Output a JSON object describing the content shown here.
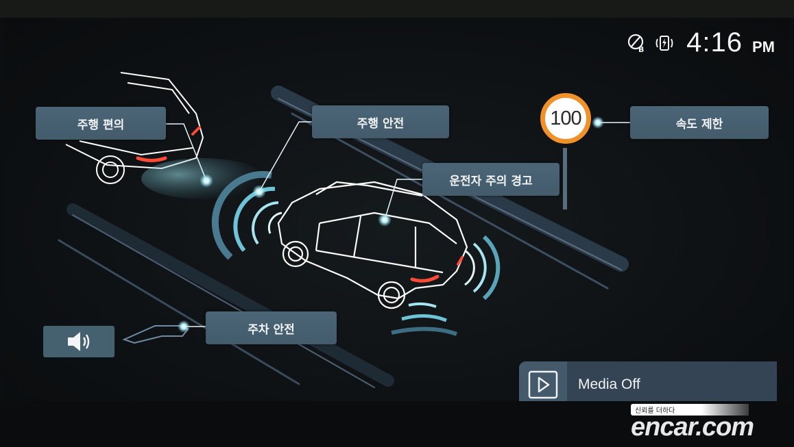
{
  "status_bar": {
    "icons": [
      "bluetooth-off-icon",
      "wireless-charging-icon"
    ],
    "time": "4:16",
    "ampm": "PM"
  },
  "labels": {
    "driving_convenience": "주행 편의",
    "driving_safety": "주행 안전",
    "driver_attention_warning": "운전자 주의 경고",
    "speed_limit": "속도 제한",
    "parking_safety": "주차 안전"
  },
  "speed_sign": {
    "value": "100",
    "ring_color": "#f0912a"
  },
  "sound_button": {
    "icon": "speaker-icon"
  },
  "media": {
    "icon": "play-icon",
    "label": "Media Off"
  },
  "watermark": {
    "tagline": "신뢰를 더하다",
    "logo": "encar.com"
  },
  "colors": {
    "label_bg": "#4b6577",
    "accent_cyan": "#7fd6e6",
    "tail_light": "#ff4a3a",
    "outline": "#ffffff"
  }
}
